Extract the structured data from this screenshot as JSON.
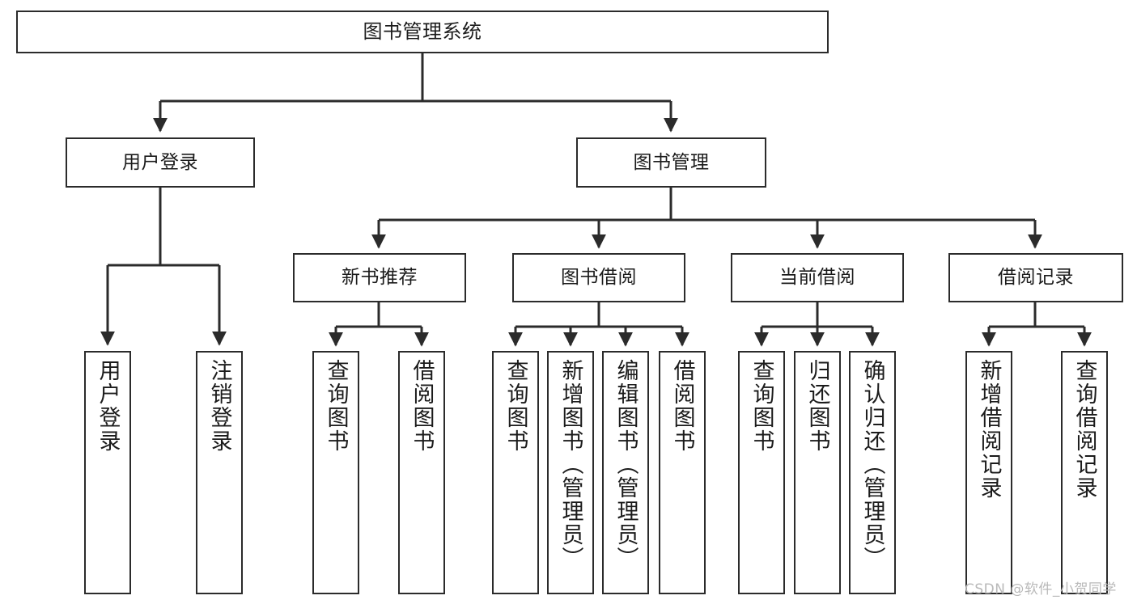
{
  "diagram": {
    "title": "图书管理系统",
    "type": "tree-hierarchy",
    "root": {
      "id": "root",
      "label": "图书管理系统"
    },
    "level2": [
      {
        "id": "user-login",
        "label": "用户登录"
      },
      {
        "id": "book-manage",
        "label": "图书管理"
      }
    ],
    "level3": [
      {
        "id": "new-book-recommend",
        "label": "新书推荐"
      },
      {
        "id": "book-borrow",
        "label": "图书借阅"
      },
      {
        "id": "current-borrow",
        "label": "当前借阅"
      },
      {
        "id": "borrow-record",
        "label": "借阅记录"
      }
    ],
    "leaves": [
      {
        "id": "leaf-user-login",
        "label": "用户登录",
        "parent": "user-login"
      },
      {
        "id": "leaf-logout-login",
        "label": "注销登录",
        "parent": "user-login"
      },
      {
        "id": "leaf-query-book-1",
        "label": "查询图书",
        "parent": "new-book-recommend"
      },
      {
        "id": "leaf-borrow-book-1",
        "label": "借阅图书",
        "parent": "new-book-recommend"
      },
      {
        "id": "leaf-query-book-2",
        "label": "查询图书",
        "parent": "book-borrow"
      },
      {
        "id": "leaf-add-book",
        "label": "新增图书（管理员）",
        "parent": "book-borrow"
      },
      {
        "id": "leaf-edit-book",
        "label": "编辑图书（管理员）",
        "parent": "book-borrow"
      },
      {
        "id": "leaf-borrow-book-2",
        "label": "借阅图书",
        "parent": "book-borrow"
      },
      {
        "id": "leaf-query-book-3",
        "label": "查询图书",
        "parent": "current-borrow"
      },
      {
        "id": "leaf-return-book",
        "label": "归还图书",
        "parent": "current-borrow"
      },
      {
        "id": "leaf-confirm-return",
        "label": "确认归还（管理员）",
        "parent": "current-borrow"
      },
      {
        "id": "leaf-add-record",
        "label": "新增借阅记录",
        "parent": "borrow-record"
      },
      {
        "id": "leaf-query-record",
        "label": "查询借阅记录",
        "parent": "borrow-record"
      }
    ],
    "colors": {
      "stroke": "#2b2b2b",
      "fill": "#ffffff",
      "text": "#1b1b1b",
      "watermark": "#b9b9b9"
    }
  },
  "watermark": {
    "text": "CSDN @软件_小贺同学"
  }
}
